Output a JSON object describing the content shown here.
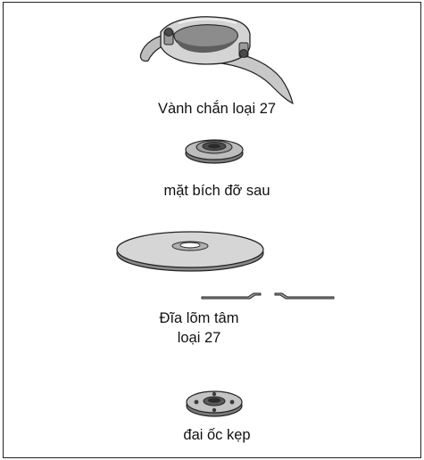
{
  "parts": [
    {
      "id": "guard",
      "label": "Vành chắn loại 27"
    },
    {
      "id": "backing-flange",
      "label": "mặt bích đỡ sau"
    },
    {
      "id": "wheel",
      "label_line1": "Đĩa lõm tâm",
      "label_line2": "loại 27"
    },
    {
      "id": "clamp-nut",
      "label": "đai ốc kẹp"
    }
  ],
  "colors": {
    "outline": "#222222",
    "metal_light": "#d0d0d0",
    "metal_mid": "#a8a8a8",
    "metal_dark": "#6a6a6a",
    "border": "#222222"
  }
}
